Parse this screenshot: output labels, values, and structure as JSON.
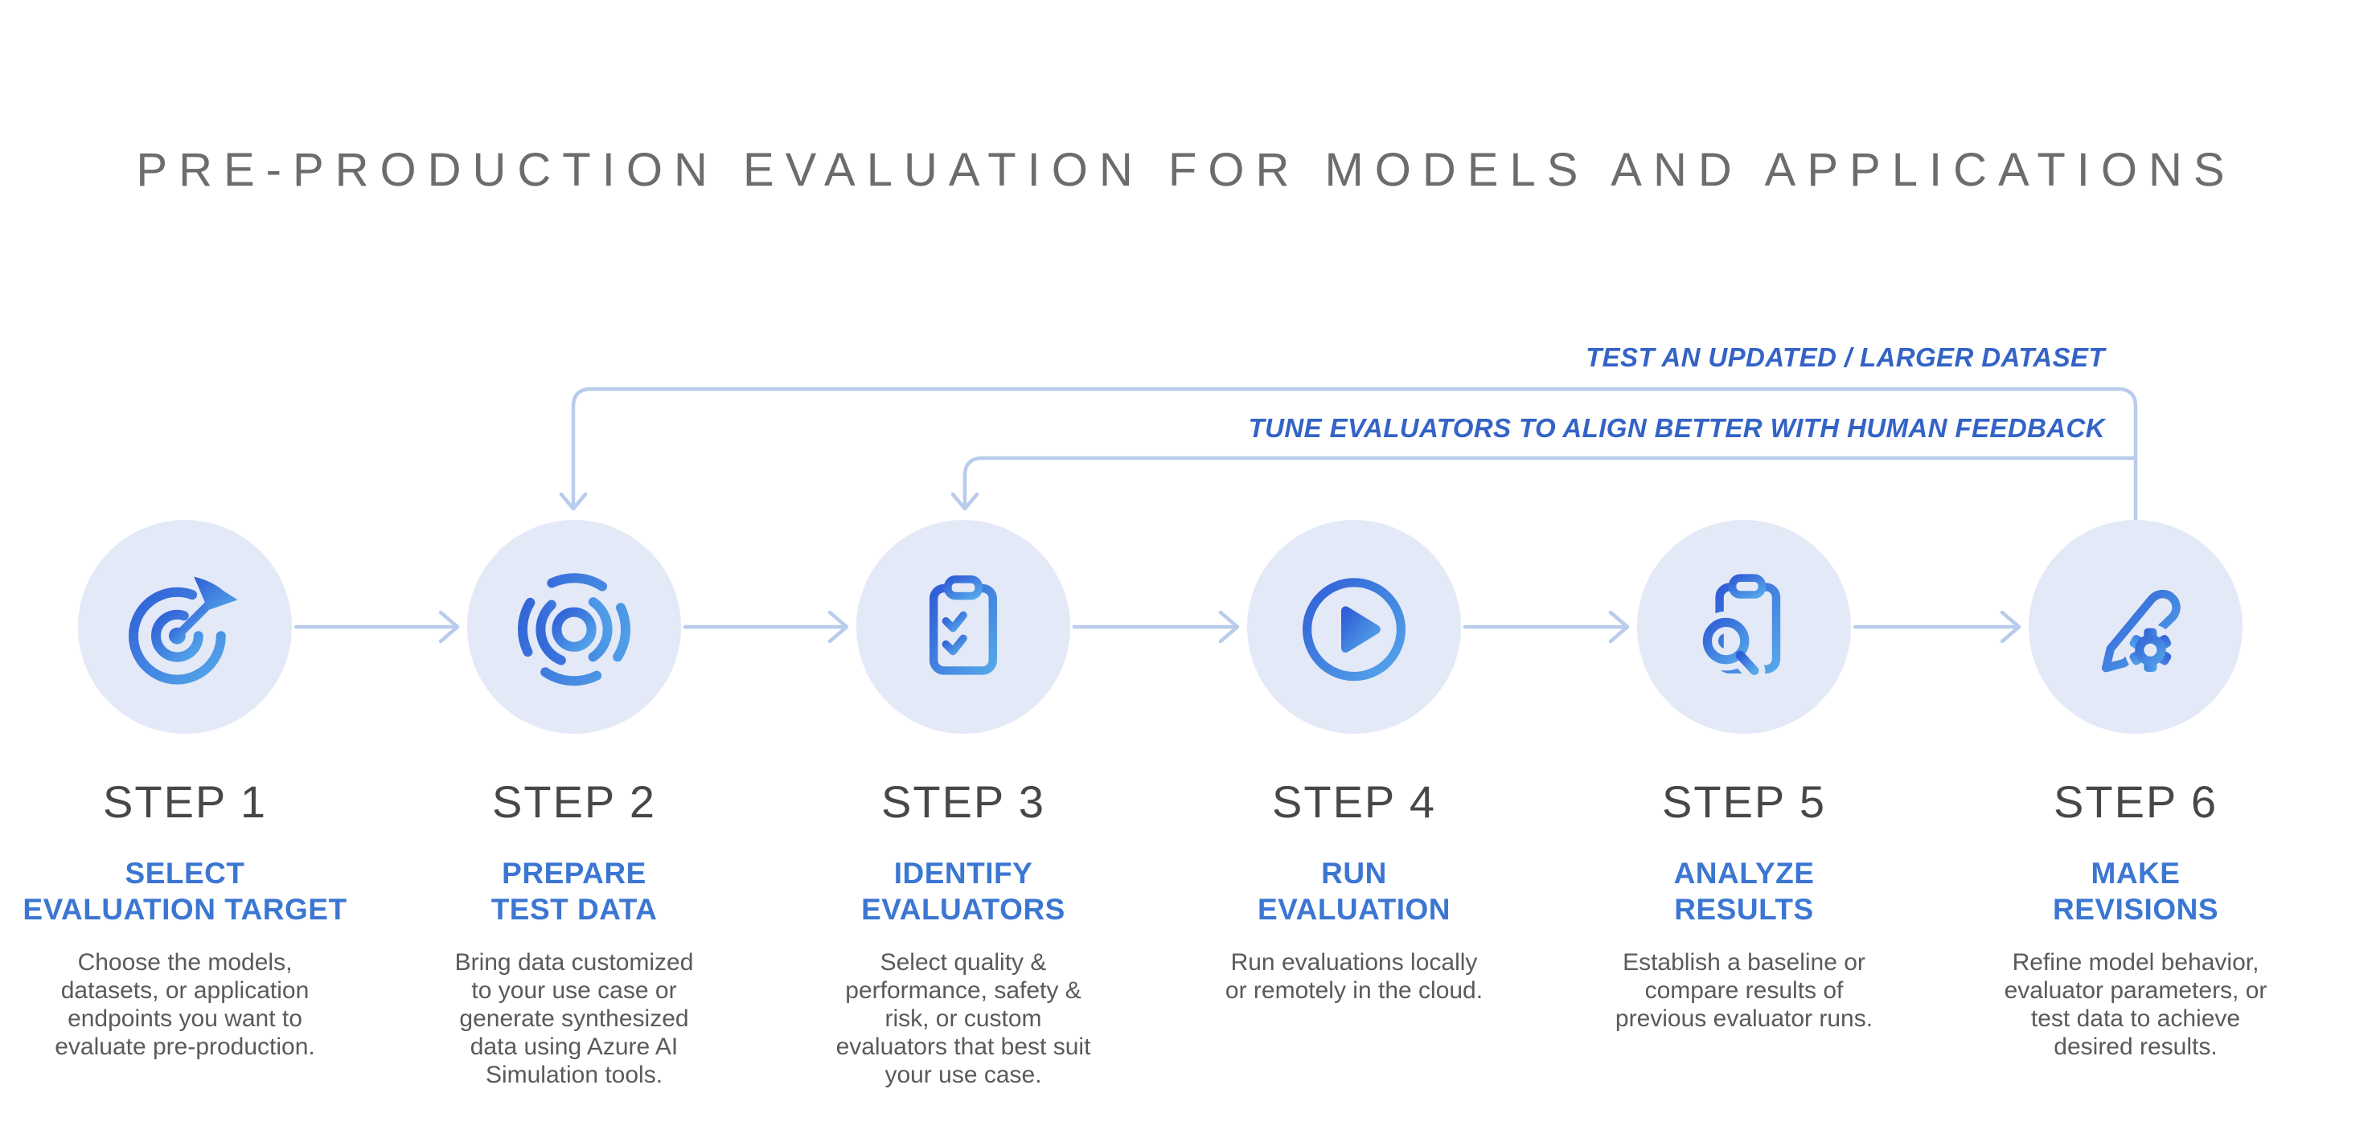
{
  "title": "PRE-PRODUCTION EVALUATION FOR MODELS AND APPLICATIONS",
  "feedback_loops": [
    {
      "label": "TEST AN UPDATED / LARGER DATASET",
      "from": "step-6",
      "to": "step-2"
    },
    {
      "label": "TUNE EVALUATORS TO ALIGN BETTER WITH HUMAN FEEDBACK",
      "from": "step-6",
      "to": "step-3"
    }
  ],
  "steps": [
    {
      "label": "STEP 1",
      "title": "SELECT\nEVALUATION TARGET",
      "description": "Choose the models,\ndatasets, or application\nendpoints you want to\nevaluate pre-production.",
      "icon": "target-arrow-icon"
    },
    {
      "label": "STEP 2",
      "title": "PREPARE\nTEST DATA",
      "description": "Bring data customized\nto your use case or\ngenerate synthesized\ndata using Azure AI\nSimulation tools.",
      "icon": "data-scan-icon"
    },
    {
      "label": "STEP 3",
      "title": "IDENTIFY\nEVALUATORS",
      "description": "Select quality &\nperformance, safety &\nrisk, or custom\nevaluators that best suit\nyour use case.",
      "icon": "clipboard-checklist-icon"
    },
    {
      "label": "STEP 4",
      "title": "RUN\nEVALUATION",
      "description": "Run evaluations locally\nor remotely in the cloud.",
      "icon": "play-circle-icon"
    },
    {
      "label": "STEP 5",
      "title": "ANALYZE\nRESULTS",
      "description": "Establish a baseline or\ncompare results of\nprevious evaluator runs.",
      "icon": "clipboard-search-icon"
    },
    {
      "label": "STEP 6",
      "title": "MAKE\nREVISIONS",
      "description": "Refine model behavior,\nevaluator parameters, or\ntest data to achieve\ndesired results.",
      "icon": "pencil-gear-icon"
    }
  ],
  "colors": {
    "title_text": "#6c6c6c",
    "step_label_text": "#474747",
    "step_title_text": "#3b76d2",
    "description_text": "#5a5a5a",
    "feedback_label_text": "#3463c6",
    "connector_line": "#b9ccec",
    "circle_fill": "#e4e9f7",
    "icon_gradient_start": "#2f5ed6",
    "icon_gradient_end": "#55a7ea"
  }
}
